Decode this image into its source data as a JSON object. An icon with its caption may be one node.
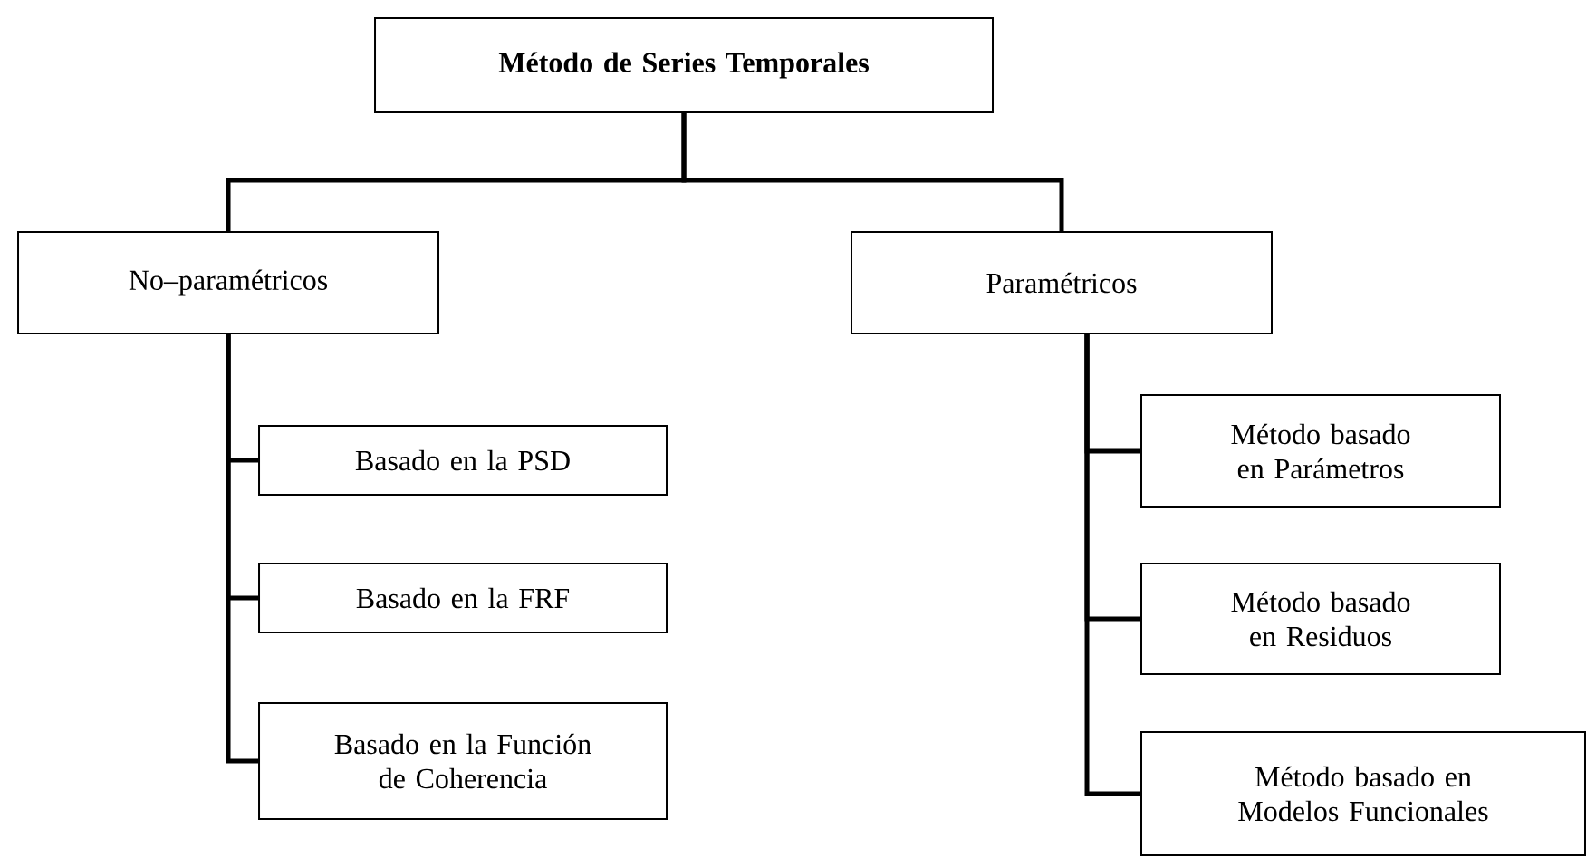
{
  "diagram": {
    "nodes": [
      {
        "text": [
          "Método de Series Temporales"
        ]
      },
      {
        "text": [
          "No–paramétricos"
        ]
      },
      {
        "text": [
          "Paramétricos"
        ]
      },
      {
        "text": [
          "Basado en la PSD"
        ]
      },
      {
        "text": [
          "Basado en la FRF"
        ]
      },
      {
        "text": [
          "Basado en la Función de Coherencia"
        ]
      },
      {
        "text": [
          "Método basado en Parámetros"
        ]
      },
      {
        "text": [
          "Método basado en Residuos"
        ]
      },
      {
        "text": [
          "Método basado en Modelos Funcionales"
        ]
      }
    ],
    "edges": [
      {
        "from": 0,
        "to": 1,
        "arrow": "none"
      },
      {
        "from": 0,
        "to": 2,
        "arrow": "none"
      },
      {
        "from": 1,
        "to": 3,
        "arrow": "none"
      },
      {
        "from": 1,
        "to": 4,
        "arrow": "none"
      },
      {
        "from": 1,
        "to": 5,
        "arrow": "none"
      },
      {
        "from": 2,
        "to": 6,
        "arrow": "none"
      },
      {
        "from": 2,
        "to": 7,
        "arrow": "none"
      },
      {
        "from": 2,
        "to": 8,
        "arrow": "none"
      }
    ]
  }
}
